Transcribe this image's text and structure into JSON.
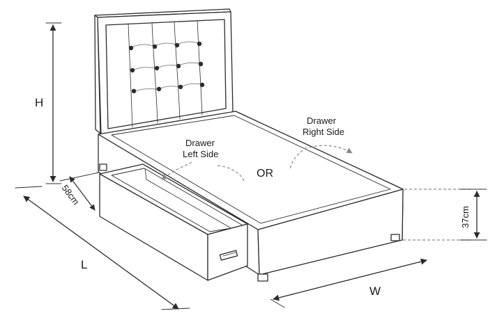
{
  "labels": {
    "height": "H",
    "length": "L",
    "width": "W",
    "drawer_depth": "58cm",
    "base_height": "37cm",
    "drawer_left_line1": "Drawer",
    "drawer_left_line2": "Left Side",
    "drawer_right_line1": "Drawer",
    "drawer_right_line2": "Right Side",
    "or_text": "OR"
  },
  "colors": {
    "ink": "#2b2b2b",
    "dashed_arrow": "#888888",
    "background": "#ffffff"
  }
}
